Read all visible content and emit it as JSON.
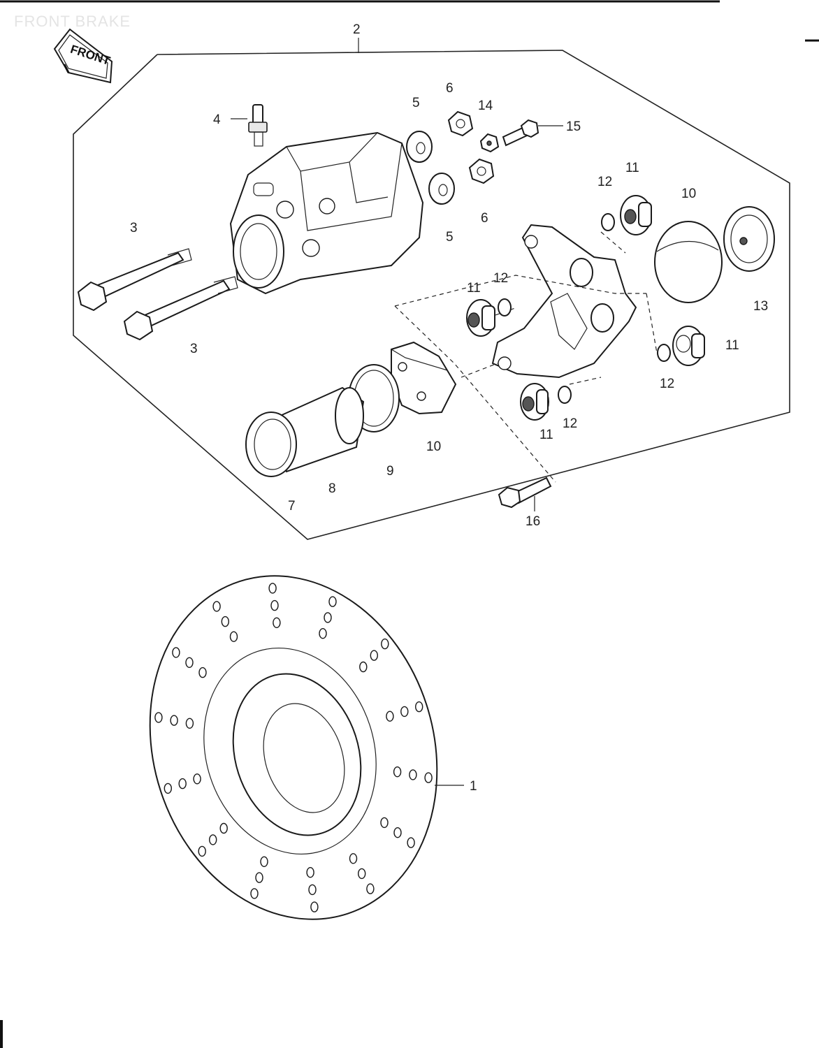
{
  "page": {
    "header_text": "FRONT BRAKE"
  },
  "front_badge": {
    "label": "FRONT",
    "icon": "front-direction-arrow-icon"
  },
  "callouts": [
    {
      "id": "c1",
      "label": "1"
    },
    {
      "id": "c2",
      "label": "2"
    },
    {
      "id": "c3a",
      "label": "3"
    },
    {
      "id": "c3b",
      "label": "3"
    },
    {
      "id": "c4",
      "label": "4"
    },
    {
      "id": "c5a",
      "label": "5"
    },
    {
      "id": "c5b",
      "label": "5"
    },
    {
      "id": "c6a",
      "label": "6"
    },
    {
      "id": "c6b",
      "label": "6"
    },
    {
      "id": "c7",
      "label": "7"
    },
    {
      "id": "c8",
      "label": "8"
    },
    {
      "id": "c9",
      "label": "9"
    },
    {
      "id": "c10a",
      "label": "10"
    },
    {
      "id": "c10b",
      "label": "10"
    },
    {
      "id": "c11a",
      "label": "11"
    },
    {
      "id": "c11b",
      "label": "11"
    },
    {
      "id": "c11c",
      "label": "11"
    },
    {
      "id": "c11d",
      "label": "11"
    },
    {
      "id": "c12a",
      "label": "12"
    },
    {
      "id": "c12b",
      "label": "12"
    },
    {
      "id": "c12c",
      "label": "12"
    },
    {
      "id": "c12d",
      "label": "12"
    },
    {
      "id": "c13",
      "label": "13"
    },
    {
      "id": "c14",
      "label": "14"
    },
    {
      "id": "c15",
      "label": "15"
    },
    {
      "id": "c16",
      "label": "16"
    }
  ],
  "colors": {
    "line": "#222222",
    "background": "#ffffff"
  }
}
